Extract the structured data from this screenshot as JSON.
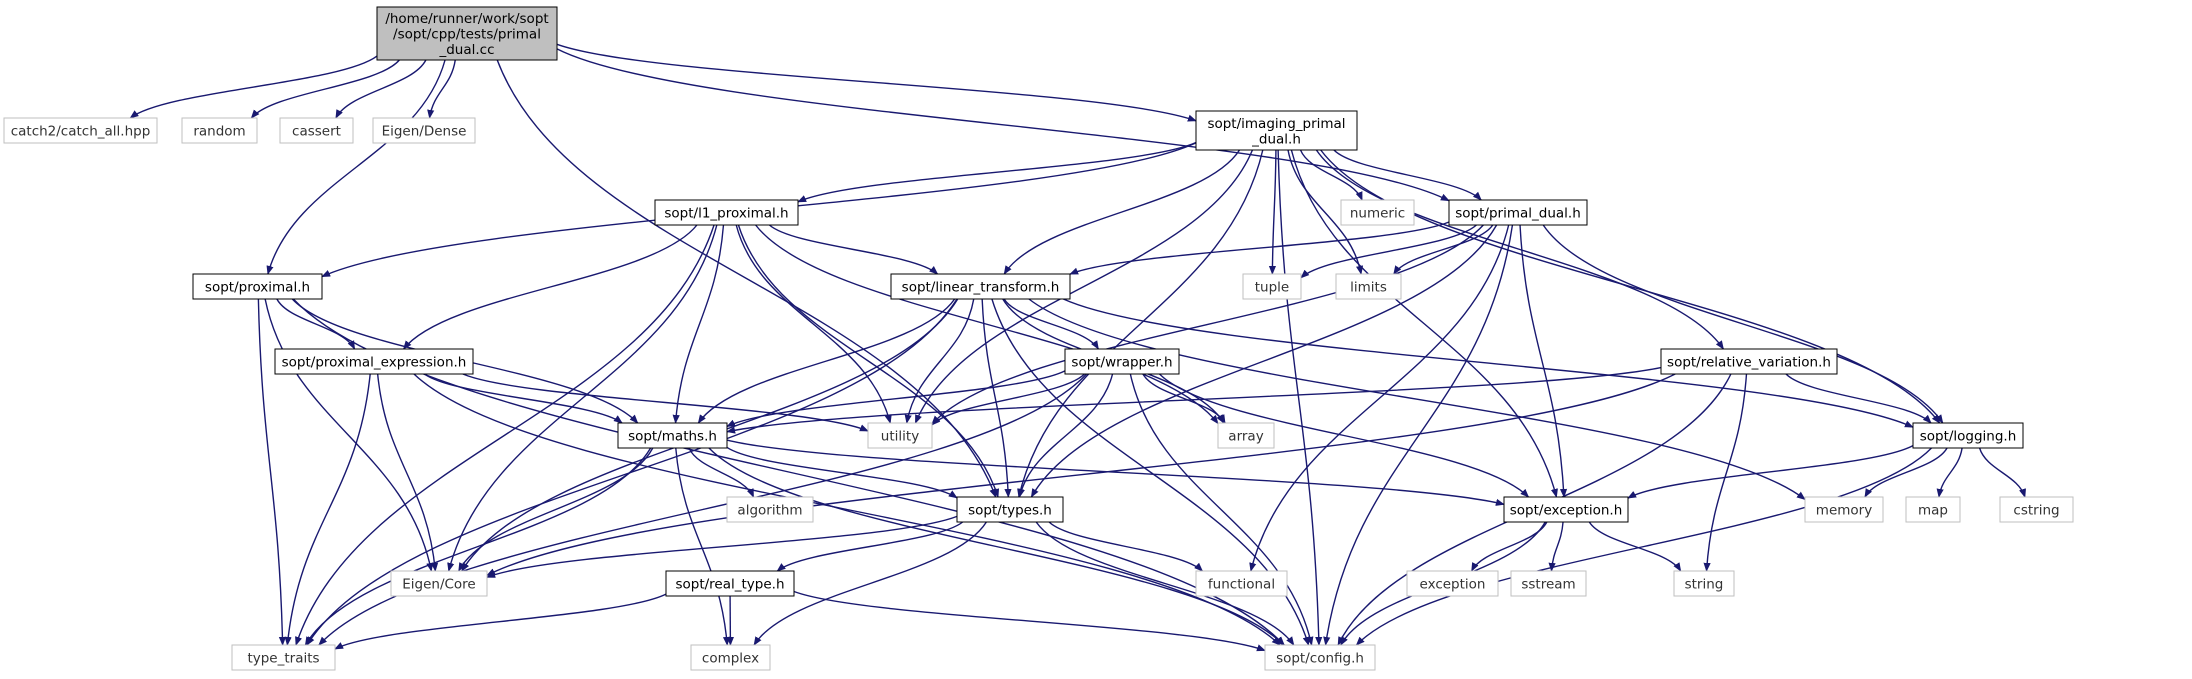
{
  "graph": {
    "root_label_lines": [
      "/home/runner/work/sopt",
      "/sopt/cpp/tests/primal",
      "_dual.cc"
    ],
    "colors": {
      "edge": "#191970",
      "root_fill": "#bfbfbf",
      "node_border": "#000000",
      "external_border": "#bfbfbf",
      "external_text": "#333333"
    },
    "nodes": [
      {
        "id": "root",
        "lines": [
          "/home/runner/work/sopt",
          "/sopt/cpp/tests/primal",
          "_dual.cc"
        ],
        "kind": "root"
      },
      {
        "id": "catch",
        "lines": [
          "catch2/catch_all.hpp"
        ],
        "kind": "external"
      },
      {
        "id": "random",
        "lines": [
          "random"
        ],
        "kind": "external"
      },
      {
        "id": "cassert",
        "lines": [
          "cassert"
        ],
        "kind": "external"
      },
      {
        "id": "eigendense",
        "lines": [
          "Eigen/Dense"
        ],
        "kind": "external"
      },
      {
        "id": "imaging",
        "lines": [
          "sopt/imaging_primal",
          "_dual.h"
        ],
        "kind": "internal"
      },
      {
        "id": "l1prox",
        "lines": [
          "sopt/l1_proximal.h"
        ],
        "kind": "internal"
      },
      {
        "id": "numeric",
        "lines": [
          "numeric"
        ],
        "kind": "external"
      },
      {
        "id": "primaldual",
        "lines": [
          "sopt/primal_dual.h"
        ],
        "kind": "internal"
      },
      {
        "id": "proximal",
        "lines": [
          "sopt/proximal.h"
        ],
        "kind": "internal"
      },
      {
        "id": "lintrans",
        "lines": [
          "sopt/linear_transform.h"
        ],
        "kind": "internal"
      },
      {
        "id": "tuple",
        "lines": [
          "tuple"
        ],
        "kind": "external"
      },
      {
        "id": "limits",
        "lines": [
          "limits"
        ],
        "kind": "external"
      },
      {
        "id": "proxexpr",
        "lines": [
          "sopt/proximal_expression.h"
        ],
        "kind": "internal"
      },
      {
        "id": "wrapper",
        "lines": [
          "sopt/wrapper.h"
        ],
        "kind": "internal"
      },
      {
        "id": "relvar",
        "lines": [
          "sopt/relative_variation.h"
        ],
        "kind": "internal"
      },
      {
        "id": "maths",
        "lines": [
          "sopt/maths.h"
        ],
        "kind": "internal"
      },
      {
        "id": "utility",
        "lines": [
          "utility"
        ],
        "kind": "external"
      },
      {
        "id": "array",
        "lines": [
          "array"
        ],
        "kind": "external"
      },
      {
        "id": "logging",
        "lines": [
          "sopt/logging.h"
        ],
        "kind": "internal"
      },
      {
        "id": "algorithm",
        "lines": [
          "algorithm"
        ],
        "kind": "external"
      },
      {
        "id": "types",
        "lines": [
          "sopt/types.h"
        ],
        "kind": "internal"
      },
      {
        "id": "exception",
        "lines": [
          "sopt/exception.h"
        ],
        "kind": "internal"
      },
      {
        "id": "memory",
        "lines": [
          "memory"
        ],
        "kind": "external"
      },
      {
        "id": "map",
        "lines": [
          "map"
        ],
        "kind": "external"
      },
      {
        "id": "cstring",
        "lines": [
          "cstring"
        ],
        "kind": "external"
      },
      {
        "id": "eigencore",
        "lines": [
          "Eigen/Core"
        ],
        "kind": "external"
      },
      {
        "id": "functional",
        "lines": [
          "functional"
        ],
        "kind": "external"
      },
      {
        "id": "realtype",
        "lines": [
          "sopt/real_type.h"
        ],
        "kind": "internal"
      },
      {
        "id": "exceptionstd",
        "lines": [
          "exception"
        ],
        "kind": "external"
      },
      {
        "id": "sstream",
        "lines": [
          "sstream"
        ],
        "kind": "external"
      },
      {
        "id": "string",
        "lines": [
          "string"
        ],
        "kind": "external"
      },
      {
        "id": "typetraits",
        "lines": [
          "type_traits"
        ],
        "kind": "external"
      },
      {
        "id": "complex",
        "lines": [
          "complex"
        ],
        "kind": "external"
      },
      {
        "id": "config",
        "lines": [
          "sopt/config.h"
        ],
        "kind": "external"
      }
    ],
    "edges": [
      [
        "root",
        "catch"
      ],
      [
        "root",
        "random"
      ],
      [
        "root",
        "cassert"
      ],
      [
        "root",
        "eigendense"
      ],
      [
        "root",
        "imaging"
      ],
      [
        "root",
        "primaldual"
      ],
      [
        "root",
        "proximal"
      ],
      [
        "root",
        "types"
      ],
      [
        "imaging",
        "l1prox"
      ],
      [
        "imaging",
        "proximal"
      ],
      [
        "imaging",
        "lintrans"
      ],
      [
        "imaging",
        "utility"
      ],
      [
        "imaging",
        "numeric"
      ],
      [
        "imaging",
        "primaldual"
      ],
      [
        "imaging",
        "tuple"
      ],
      [
        "imaging",
        "limits"
      ],
      [
        "imaging",
        "exception"
      ],
      [
        "imaging",
        "logging"
      ],
      [
        "imaging",
        "relvar"
      ],
      [
        "imaging",
        "types"
      ],
      [
        "imaging",
        "config"
      ],
      [
        "l1prox",
        "lintrans"
      ],
      [
        "l1prox",
        "proxexpr"
      ],
      [
        "l1prox",
        "maths"
      ],
      [
        "l1prox",
        "utility"
      ],
      [
        "l1prox",
        "typetraits"
      ],
      [
        "l1prox",
        "eigencore"
      ],
      [
        "l1prox",
        "array"
      ],
      [
        "l1prox",
        "types"
      ],
      [
        "primaldual",
        "lintrans"
      ],
      [
        "primaldual",
        "tuple"
      ],
      [
        "primaldual",
        "limits"
      ],
      [
        "primaldual",
        "utility"
      ],
      [
        "primaldual",
        "exception"
      ],
      [
        "primaldual",
        "logging"
      ],
      [
        "primaldual",
        "types"
      ],
      [
        "primaldual",
        "functional"
      ],
      [
        "primaldual",
        "config"
      ],
      [
        "proximal",
        "proxexpr"
      ],
      [
        "proximal",
        "maths"
      ],
      [
        "proximal",
        "eigencore"
      ],
      [
        "proximal",
        "typetraits"
      ],
      [
        "proximal",
        "config"
      ],
      [
        "lintrans",
        "wrapper"
      ],
      [
        "lintrans",
        "maths"
      ],
      [
        "lintrans",
        "utility"
      ],
      [
        "lintrans",
        "types"
      ],
      [
        "lintrans",
        "eigencore"
      ],
      [
        "lintrans",
        "typetraits"
      ],
      [
        "lintrans",
        "array"
      ],
      [
        "lintrans",
        "logging"
      ],
      [
        "lintrans",
        "memory"
      ],
      [
        "lintrans",
        "config"
      ],
      [
        "proxexpr",
        "maths"
      ],
      [
        "proxexpr",
        "utility"
      ],
      [
        "proxexpr",
        "eigencore"
      ],
      [
        "proxexpr",
        "typetraits"
      ],
      [
        "proxexpr",
        "config"
      ],
      [
        "wrapper",
        "maths"
      ],
      [
        "wrapper",
        "utility"
      ],
      [
        "wrapper",
        "array"
      ],
      [
        "wrapper",
        "types"
      ],
      [
        "wrapper",
        "exception"
      ],
      [
        "wrapper",
        "typetraits"
      ],
      [
        "wrapper",
        "config"
      ],
      [
        "relvar",
        "maths"
      ],
      [
        "relvar",
        "logging"
      ],
      [
        "relvar",
        "eigencore"
      ],
      [
        "relvar",
        "string"
      ],
      [
        "relvar",
        "config"
      ],
      [
        "maths",
        "algorithm"
      ],
      [
        "maths",
        "types"
      ],
      [
        "maths",
        "exception"
      ],
      [
        "maths",
        "eigencore"
      ],
      [
        "maths",
        "typetraits"
      ],
      [
        "maths",
        "complex"
      ],
      [
        "maths",
        "config"
      ],
      [
        "logging",
        "exception"
      ],
      [
        "logging",
        "memory"
      ],
      [
        "logging",
        "map"
      ],
      [
        "logging",
        "cstring"
      ],
      [
        "logging",
        "config"
      ],
      [
        "types",
        "eigencore"
      ],
      [
        "types",
        "functional"
      ],
      [
        "types",
        "realtype"
      ],
      [
        "types",
        "complex"
      ],
      [
        "types",
        "config"
      ],
      [
        "exception",
        "exceptionstd"
      ],
      [
        "exception",
        "sstream"
      ],
      [
        "exception",
        "string"
      ],
      [
        "exception",
        "config"
      ],
      [
        "realtype",
        "typetraits"
      ],
      [
        "realtype",
        "complex"
      ],
      [
        "realtype",
        "config"
      ]
    ]
  }
}
